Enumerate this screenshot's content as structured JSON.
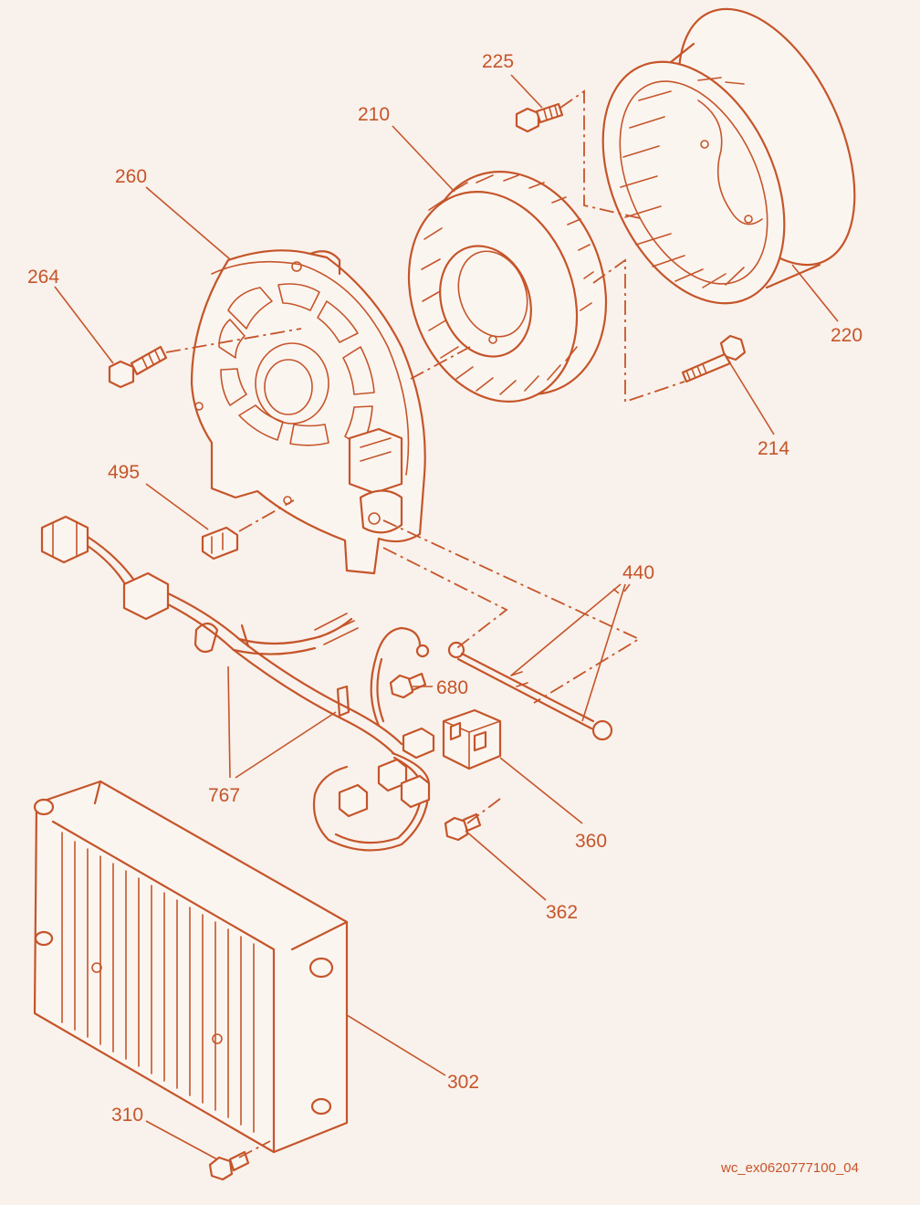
{
  "callouts": {
    "c225": "225",
    "c210": "210",
    "c260": "260",
    "c264": "264",
    "c220": "220",
    "c214": "214",
    "c495": "495",
    "c440": "440",
    "c680": "680",
    "c767": "767",
    "c360": "360",
    "c362": "362",
    "c302": "302",
    "c310": "310"
  },
  "drawing_code": "wc_ex0620777100_04",
  "colors": {
    "line": "#c5552a",
    "background": "#f9f1eb"
  }
}
